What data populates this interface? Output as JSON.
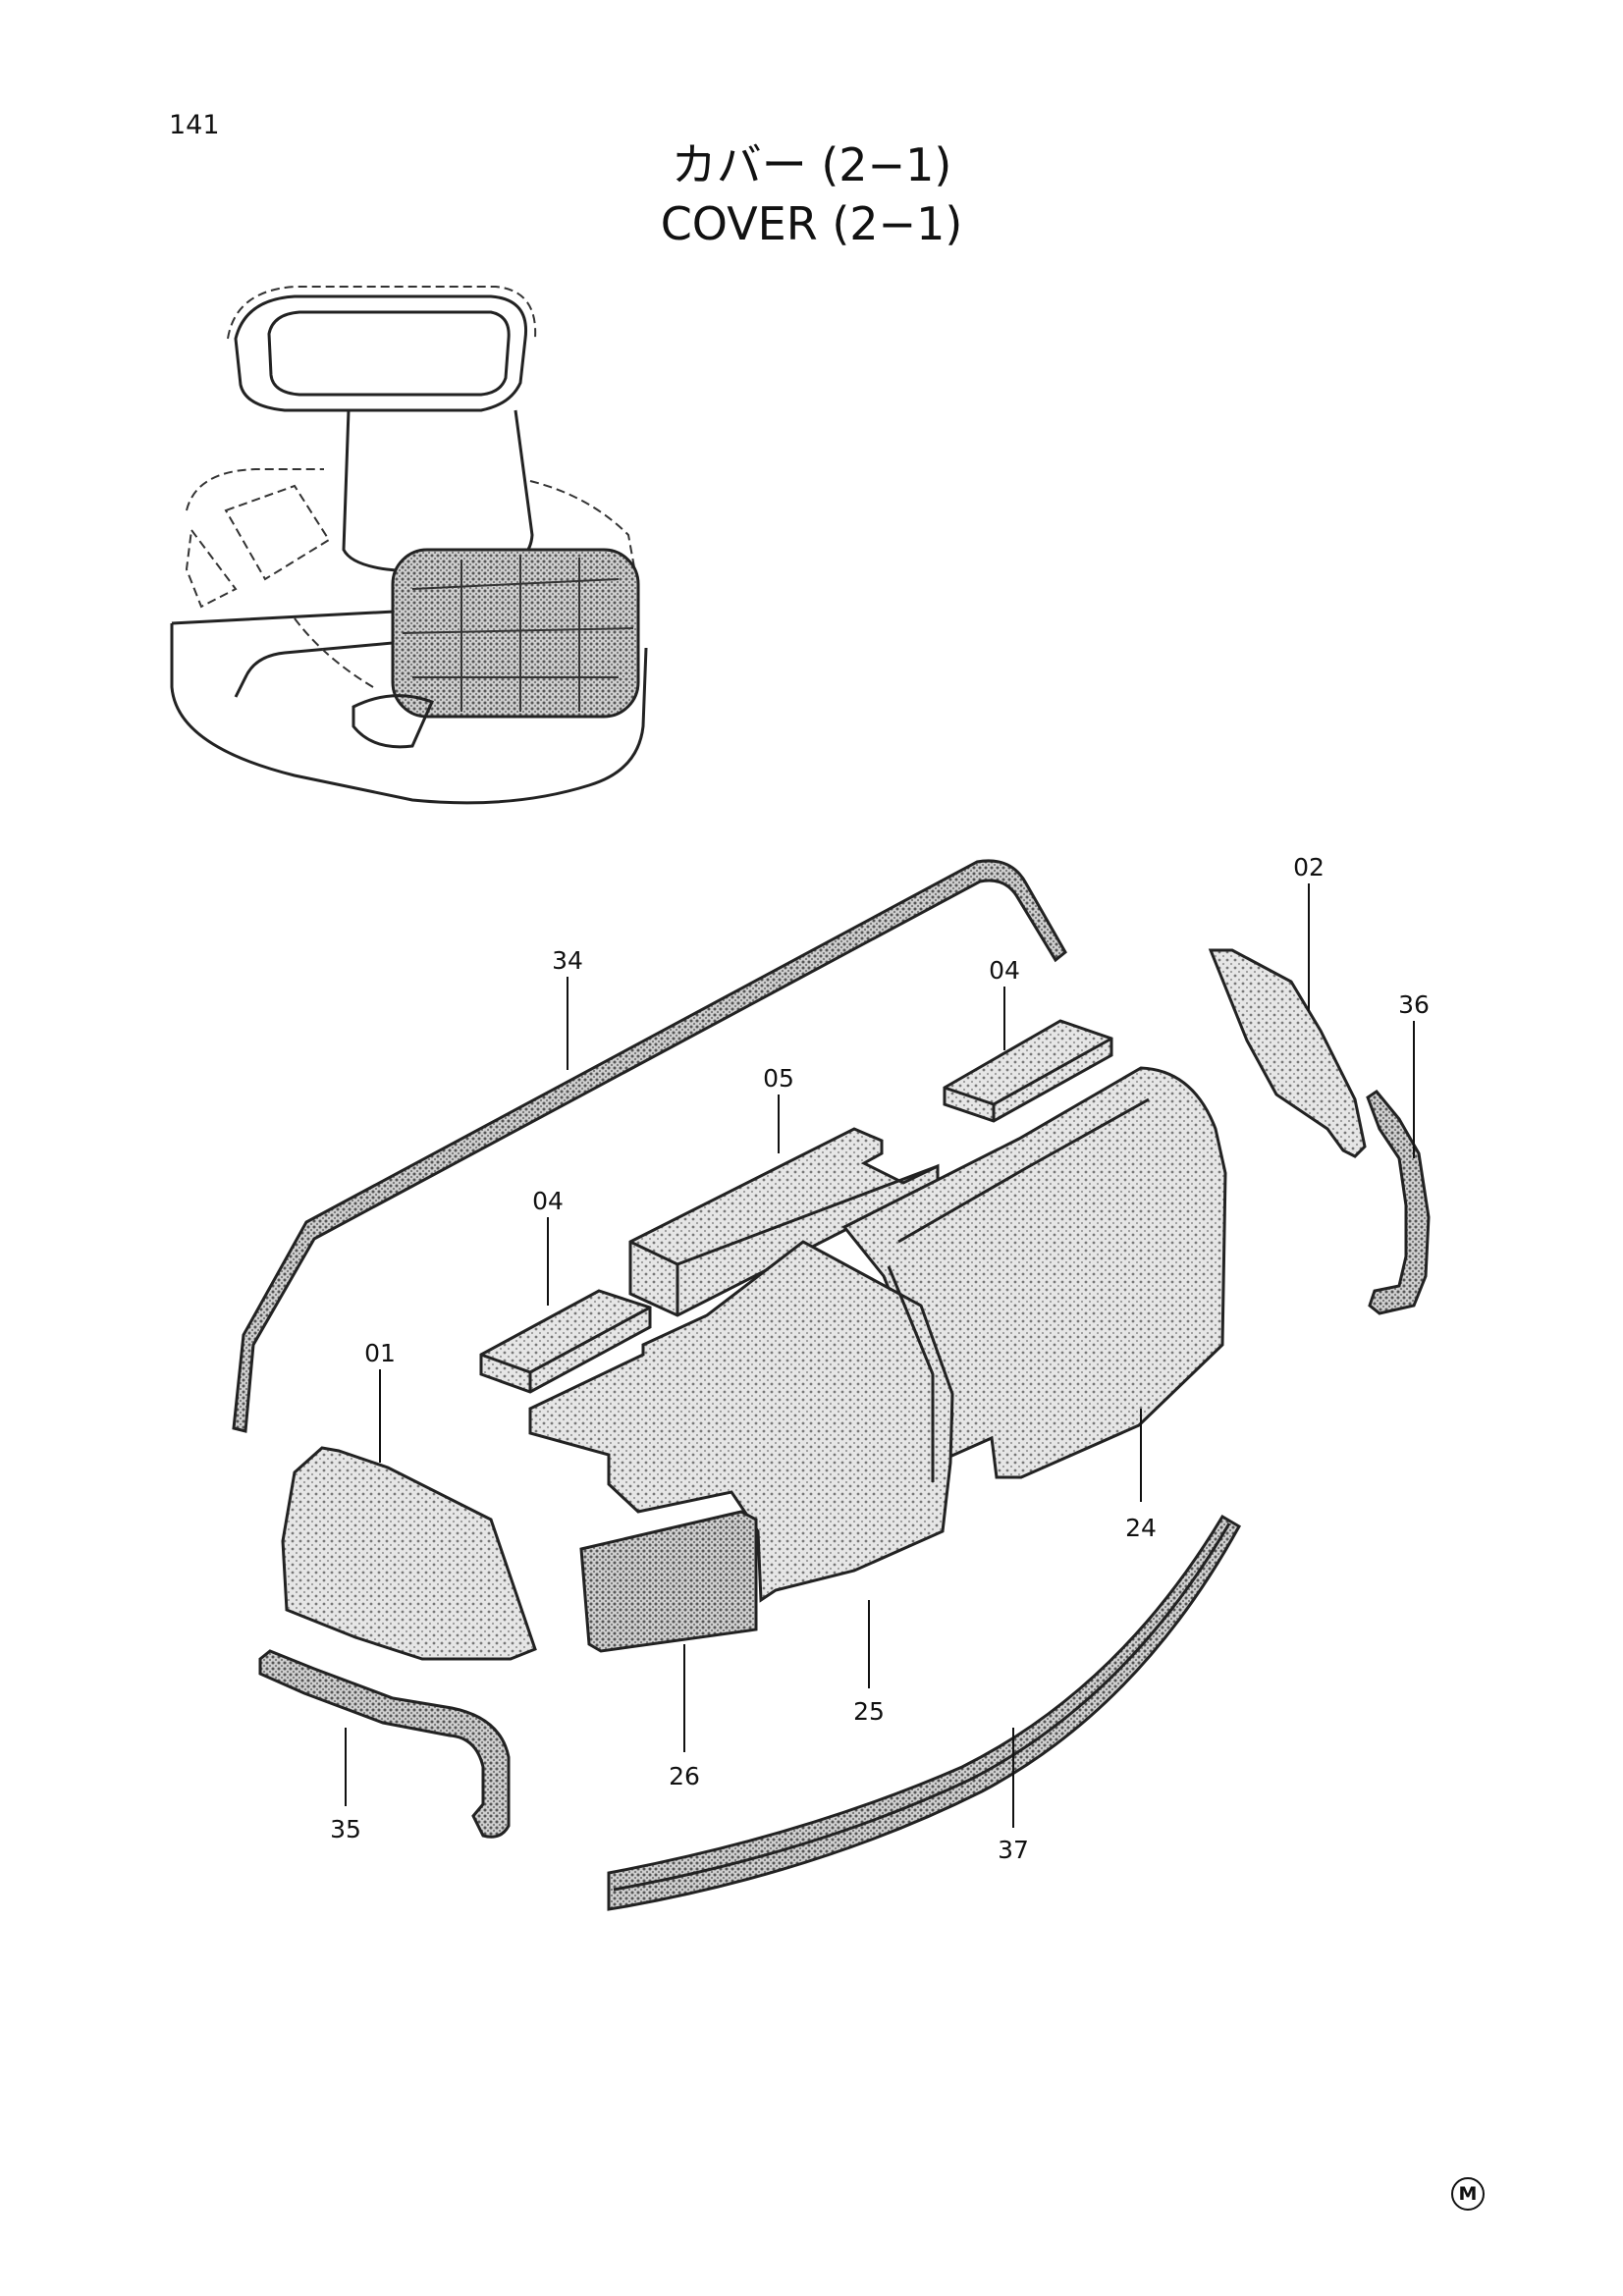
{
  "page_number": "141",
  "title_jp": "カバー (2−1)",
  "title_en": "COVER (2−1)",
  "footer_mark": "M",
  "parts": [
    {
      "id": "01"
    },
    {
      "id": "02"
    },
    {
      "id": "04"
    },
    {
      "id": "04"
    },
    {
      "id": "05"
    },
    {
      "id": "24"
    },
    {
      "id": "25"
    },
    {
      "id": "26"
    },
    {
      "id": "34"
    },
    {
      "id": "35"
    },
    {
      "id": "36"
    },
    {
      "id": "37"
    }
  ]
}
